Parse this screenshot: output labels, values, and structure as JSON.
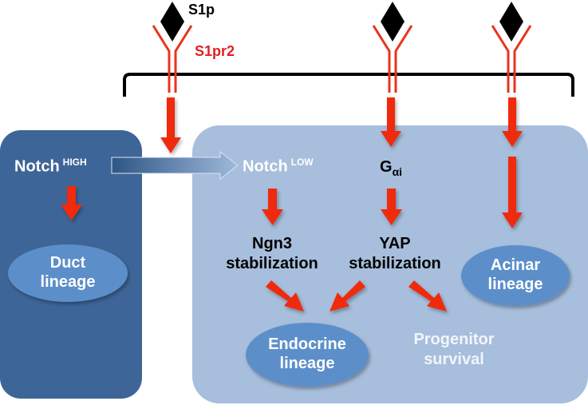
{
  "ligand": {
    "label": "S1p"
  },
  "receptor": {
    "label": "S1pr2"
  },
  "left_panel": {
    "notch_high": {
      "main": "Notch",
      "superscript": "HIGH"
    },
    "duct": {
      "line1": "Duct",
      "line2": "lineage"
    }
  },
  "right_panel": {
    "notch_low": {
      "main": "Notch",
      "superscript": "LOW"
    },
    "galpha": {
      "main": "G",
      "subscript": "αi"
    },
    "ngn3": {
      "line1": "Ngn3",
      "line2": "stabilization"
    },
    "yap": {
      "line1": "YAP",
      "line2": "stabilization"
    },
    "acinar": {
      "line1": "Acinar",
      "line2": "lineage"
    },
    "endocrine": {
      "line1": "Endocrine",
      "line2": "lineage"
    },
    "progenitor": {
      "line1": "Progenitor",
      "line2": "survival"
    }
  },
  "colors": {
    "arrow_red": "#f02a10",
    "receptor_red": "#e8341c",
    "dark_panel": "#3e6597",
    "light_panel": "#a7bedc",
    "ellipse_blue": "#5b8fc9",
    "label_red": "#e02020",
    "muted_white": "#f2f5fa"
  }
}
